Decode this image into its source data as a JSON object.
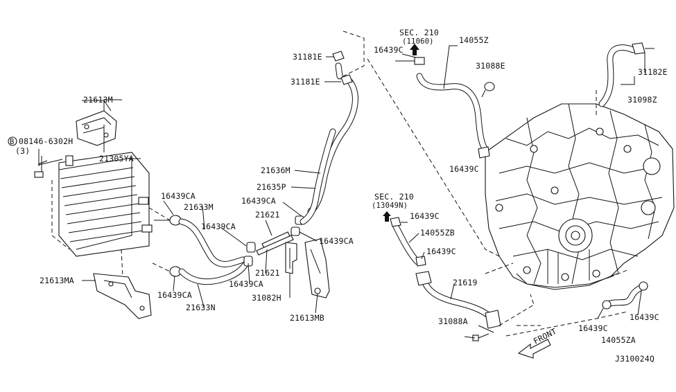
{
  "labels": {
    "p21613M": "21613M",
    "p08146": "08146-6302H",
    "p08146_circle": "B",
    "p08146_qty": "(3)",
    "p21305YA": "21305YA",
    "p16439CA_a": "16439CA",
    "p21633M": "21633M",
    "p16439CA_b": "16439CA",
    "p16439CA_c": "16439CA",
    "p16439CA_d": "16439CA",
    "p16439CA_e": "16439CA",
    "p16439CA_f": "16439CA",
    "p21633N": "21633N",
    "p21613MA": "21613MA",
    "p21621_a": "21621",
    "p21621_b": "21621",
    "p31082H": "31082H",
    "p21613MB": "21613MB",
    "p21636M": "21636M",
    "p21635P": "21635P",
    "p31181E_a": "31181E",
    "p31181E_b": "31181E",
    "sec210_top": "SEC. 210",
    "sec210_top_ref": "(11060)",
    "p16439C_top": "16439C",
    "p14055Z": "14055Z",
    "p31088E": "31088E",
    "p31182E": "31182E",
    "p31098Z": "31098Z",
    "p16439C_mid": "16439C",
    "sec210_mid": "SEC. 210",
    "sec210_mid_ref": "(13049N)",
    "p16439C_b": "16439C",
    "p14055ZB": "14055ZB",
    "p16439C_c": "16439C",
    "p21619": "21619",
    "p31088A": "31088A",
    "p16439C_d": "16439C",
    "p16439C_e": "16439C",
    "p14055ZA": "14055ZA",
    "front": "FRONT",
    "diagram_code": "J310024Q"
  }
}
